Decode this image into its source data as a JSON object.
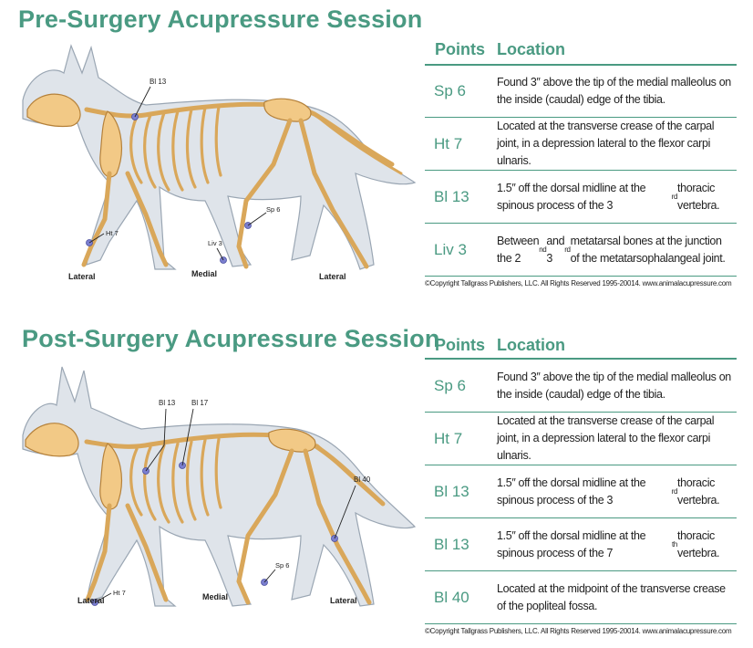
{
  "pre": {
    "title": "Pre-Surgery Acupressure Session",
    "header": {
      "points": "Points",
      "location": "Location"
    },
    "rows": [
      {
        "point": "Sp 6",
        "location": "Found 3″ above the tip of the medial malleolus on the inside (caudal) edge of the tibia."
      },
      {
        "point": "Ht 7",
        "location": "Located at the transverse crease of the carpal joint, in a depression lateral to the flexor carpi ulnaris."
      },
      {
        "point": "Bl 13",
        "location": "1.5″ off the dorsal midline at the spinous process of the 3rd thoracic vertebra."
      },
      {
        "point": "Liv 3",
        "location": "Between the 2nd and 3rd metatarsal bones at the junction of the metatarsophalangeal joint."
      }
    ],
    "diagram_labels": {
      "bl13": "Bl 13",
      "ht7": "Ht 7",
      "liv3": "Liv 3",
      "sp6": "Sp 6"
    },
    "view_labels": {
      "left": "Lateral",
      "middle": "Medial",
      "right": "Lateral"
    },
    "copyright": "©Copyright Tallgrass Publishers, LLC. All Rights Reserved 1995-20014. www.animalacupressure.com"
  },
  "post": {
    "title": "Post-Surgery Acupressure Session",
    "header": {
      "points": "Points",
      "location": "Location"
    },
    "rows": [
      {
        "point": "Sp 6",
        "location": "Found 3″ above the tip of the medial malleolus on the inside (caudal) edge of the tibia."
      },
      {
        "point": "Ht 7",
        "location": "Located at the transverse crease of the carpal joint, in a depression lateral to the flexor carpi ulnaris."
      },
      {
        "point": "Bl 13",
        "location": "1.5″ off the dorsal midline at the spinous process of the 3rd thoracic vertebra."
      },
      {
        "point": "Bl 13",
        "location": "1.5″ off the dorsal midline at the spinous process of the 7th thoracic vertebra."
      },
      {
        "point": "Bl 40",
        "location": "Located at the midpoint of the transverse crease of the popliteal fossa."
      }
    ],
    "diagram_labels": {
      "bl13": "Bl 13",
      "bl17": "Bl 17",
      "bl40": "Bl 40",
      "ht7": "Ht 7",
      "sp6": "Sp 6"
    },
    "view_labels": {
      "left": "Lateral",
      "middle": "Medial",
      "right": "Lateral"
    },
    "copyright": "©Copyright Tallgrass Publishers, LLC. All Rights Reserved 1995-20014. www.animalacupressure.com"
  },
  "colors": {
    "accent": "#4a9a82",
    "bone": "#f2c986",
    "point_marker": "#7b7fd0"
  },
  "icons": {
    "dog_illustration": "dog-skeleton-illustration"
  }
}
